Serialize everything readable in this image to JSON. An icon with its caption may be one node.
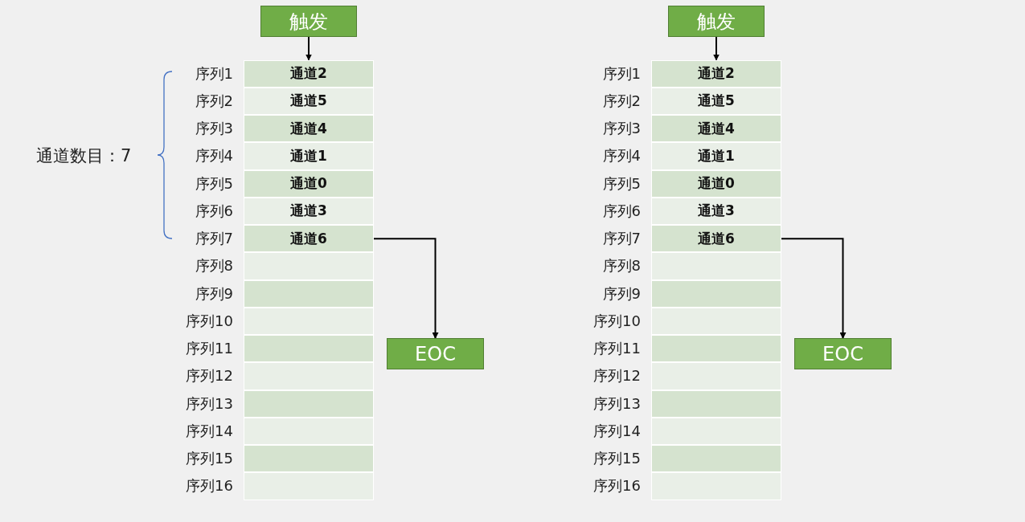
{
  "diagram": {
    "nodes": [
      {
        "text": [
          "触发"
        ]
      },
      {
        "text": [
          "通道2"
        ],
        "beside": [
          "序列1"
        ]
      },
      {
        "text": [
          "通道5"
        ],
        "beside": [
          "序列2"
        ]
      },
      {
        "text": [
          "通道4"
        ],
        "beside": [
          "序列3"
        ]
      },
      {
        "text": [
          "通道1"
        ],
        "beside": [
          "序列4"
        ]
      },
      {
        "text": [
          "通道0"
        ],
        "beside": [
          "序列5"
        ]
      },
      {
        "text": [
          "通道3"
        ],
        "beside": [
          "序列6"
        ]
      },
      {
        "text": [
          "通道6"
        ],
        "beside": [
          "序列7"
        ]
      },
      {
        "text": [],
        "shape": "box",
        "beside": [
          "序列8"
        ]
      },
      {
        "text": [],
        "shape": "box",
        "beside": [
          "序列9"
        ]
      },
      {
        "text": [],
        "shape": "box",
        "beside": [
          "序列10"
        ]
      },
      {
        "text": [],
        "shape": "box",
        "beside": [
          "序列11"
        ]
      },
      {
        "text": [],
        "shape": "box",
        "beside": [
          "序列12"
        ]
      },
      {
        "text": [],
        "shape": "box",
        "beside": [
          "序列13"
        ]
      },
      {
        "text": [],
        "shape": "box",
        "beside": [
          "序列14"
        ]
      },
      {
        "text": [],
        "shape": "box",
        "beside": [
          "序列15"
        ]
      },
      {
        "text": [],
        "shape": "box",
        "beside": [
          "序列16"
        ]
      },
      {
        "text": [
          "EOC"
        ]
      },
      {
        "text": [
          "触发"
        ]
      },
      {
        "text": [
          "通道2"
        ],
        "beside": [
          "序列1"
        ]
      },
      {
        "text": [
          "通道5"
        ],
        "beside": [
          "序列2"
        ]
      },
      {
        "text": [
          "通道4"
        ],
        "beside": [
          "序列3"
        ]
      },
      {
        "text": [
          "通道1"
        ],
        "beside": [
          "序列4"
        ]
      },
      {
        "text": [
          "通道0"
        ],
        "beside": [
          "序列5"
        ]
      },
      {
        "text": [
          "通道3"
        ],
        "beside": [
          "序列6"
        ]
      },
      {
        "text": [
          "通道6"
        ],
        "beside": [
          "序列7"
        ]
      },
      {
        "text": [],
        "shape": "box",
        "beside": [
          "序列8"
        ]
      },
      {
        "text": [],
        "shape": "box",
        "beside": [
          "序列9"
        ]
      },
      {
        "text": [],
        "shape": "box",
        "beside": [
          "序列10"
        ]
      },
      {
        "text": [],
        "shape": "box",
        "beside": [
          "序列11"
        ]
      },
      {
        "text": [],
        "shape": "box",
        "beside": [
          "序列12"
        ]
      },
      {
        "text": [],
        "shape": "box",
        "beside": [
          "序列13"
        ]
      },
      {
        "text": [],
        "shape": "box",
        "beside": [
          "序列14"
        ]
      },
      {
        "text": [],
        "shape": "box",
        "beside": [
          "序列15"
        ]
      },
      {
        "text": [],
        "shape": "box",
        "beside": [
          "序列16"
        ]
      },
      {
        "text": [
          "EOC"
        ]
      }
    ],
    "edges": [
      {
        "from": 0,
        "to": 1,
        "arrow": "to"
      },
      {
        "from": 7,
        "to": 17,
        "arrow": "to"
      },
      {
        "from": 18,
        "to": 19,
        "arrow": "to"
      },
      {
        "from": 25,
        "to": 35,
        "arrow": "to"
      }
    ],
    "labels": [
      "通道数目：7"
    ]
  }
}
